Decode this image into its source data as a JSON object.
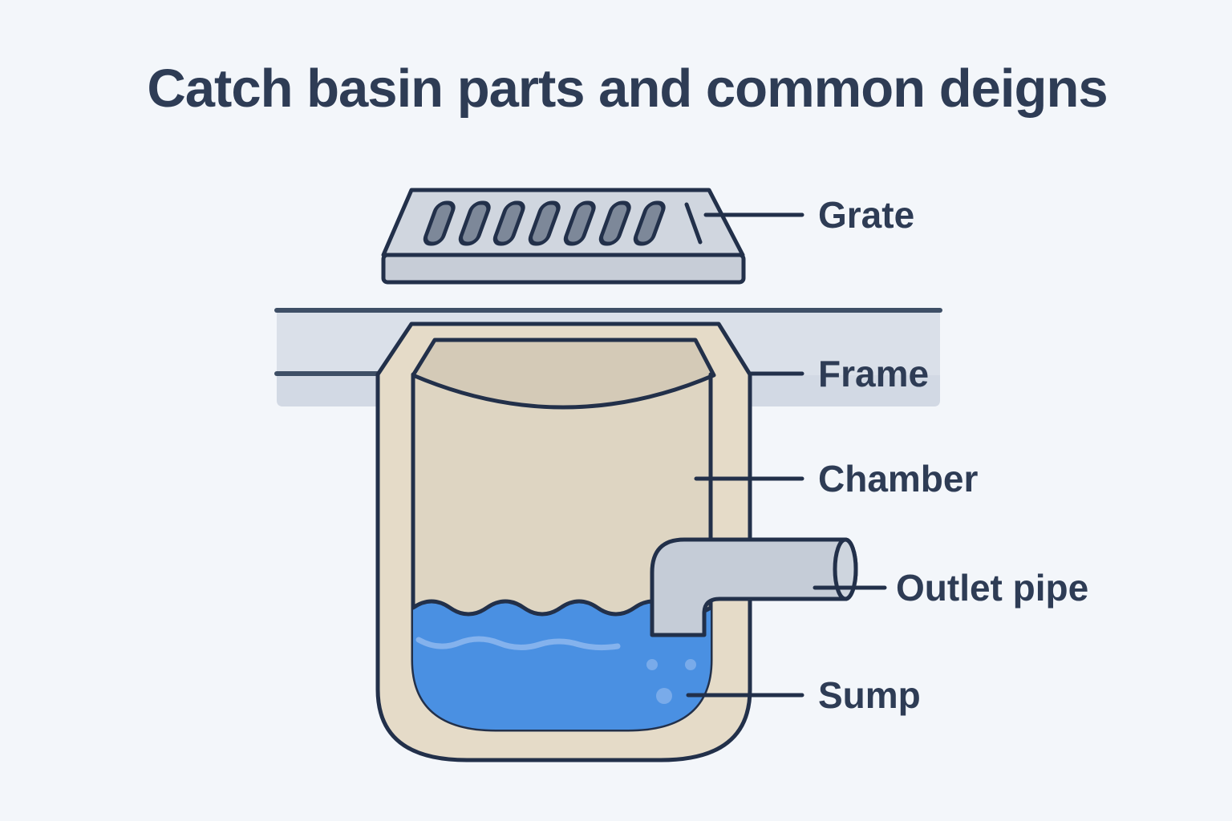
{
  "title": "Catch basin parts and common deigns",
  "labels": {
    "grate": "Grate",
    "frame": "Frame",
    "chamber": "Chamber",
    "outlet_pipe": "Outlet pipe",
    "sump": "Sump"
  },
  "colors": {
    "background": "#f3f6fa",
    "outline": "#22304a",
    "text": "#2e3c55",
    "grate_top": "#d0d6df",
    "grate_front": "#c7cdd7",
    "grate_slot": "#7d8899",
    "frame_band": "#dae0e9",
    "frame_band_lower": "#d2d9e4",
    "frame_border": "#3e4f66",
    "basin_wall": "#e5dbc8",
    "basin_back_wall": "#d4cab7",
    "basin_interior": "#ded5c2",
    "water": "#4a90e2",
    "water_wave_highlight": "#84b2ed",
    "bubble": "#79abea",
    "pipe": "#c5ccd7",
    "pipe_opening": "#ced5de"
  }
}
